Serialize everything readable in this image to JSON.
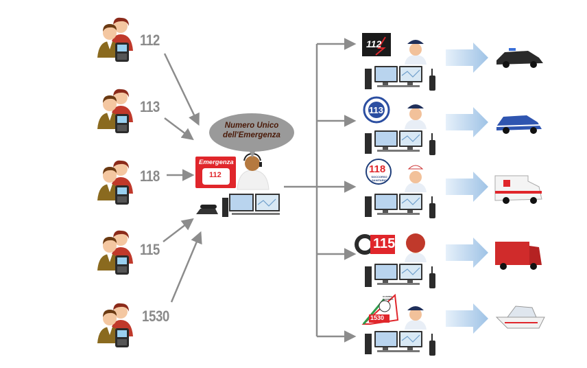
{
  "callers": [
    {
      "number": "112"
    },
    {
      "number": "113"
    },
    {
      "number": "118"
    },
    {
      "number": "115"
    },
    {
      "number": "1530"
    }
  ],
  "central": {
    "bubble_line1": "Numero Unico",
    "bubble_line2": "dell'Emergenza",
    "card_title": "Emergenza",
    "card_number": "112"
  },
  "services": [
    {
      "logo_text": "112",
      "vehicle": "carabinieri-car"
    },
    {
      "logo_text": "113",
      "vehicle": "police-car"
    },
    {
      "logo_text": "118",
      "logo_subtext": "SOCCORSO SANITARIO",
      "vehicle": "ambulance"
    },
    {
      "logo_text": "115",
      "vehicle": "fire-truck"
    },
    {
      "logo_text": "1530",
      "logo_subtext": "GUARDIA COSTIERA",
      "vehicle": "coast-guard-boat"
    }
  ],
  "colors": {
    "connector": "#8c8c8c",
    "label": "#8a8a8a",
    "emergency_red": "#e0262b",
    "flow_arrow": "#a9cbe8"
  }
}
